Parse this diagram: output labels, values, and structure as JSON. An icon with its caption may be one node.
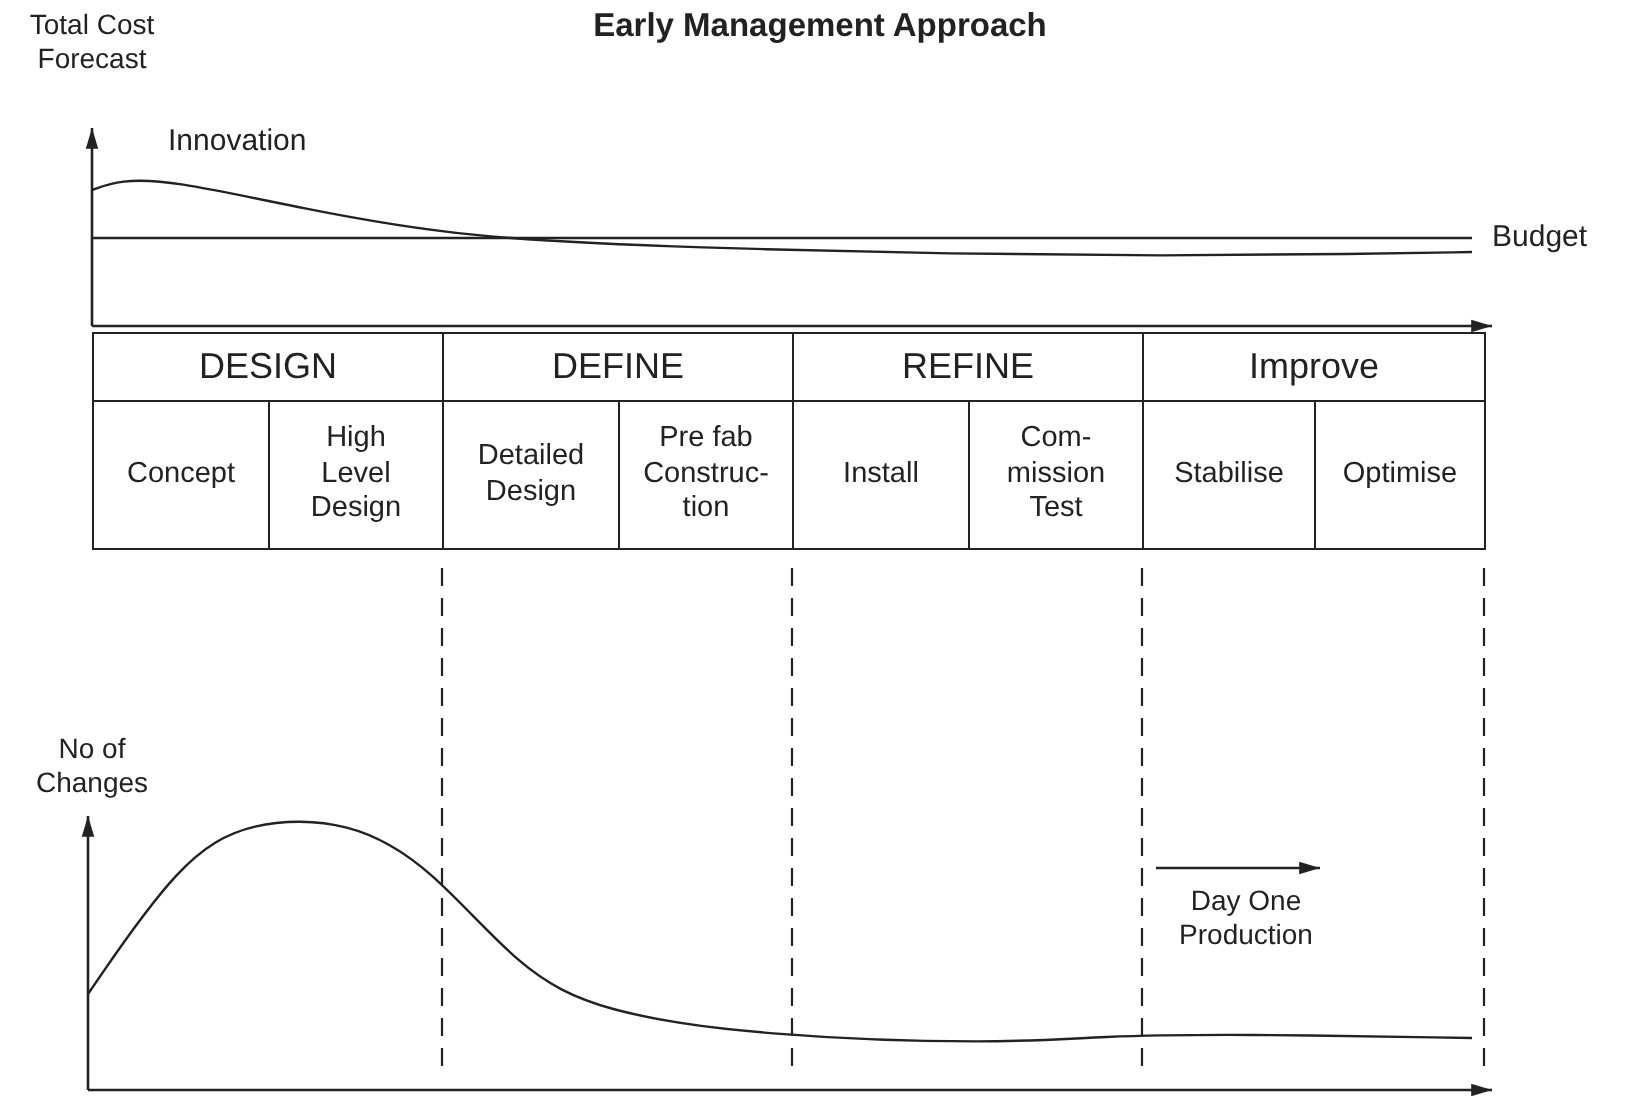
{
  "diagram": {
    "title": "Early Management Approach",
    "nodes": [
      {
        "text": [
          "DESIGN"
        ]
      },
      {
        "text": [
          "DEFINE"
        ]
      },
      {
        "text": [
          "REFINE"
        ]
      },
      {
        "text": [
          "Improve"
        ]
      },
      {
        "text": [
          "Concept"
        ]
      },
      {
        "text": [
          "High Level Design"
        ]
      },
      {
        "text": [
          "Detailed Design"
        ]
      },
      {
        "text": [
          "Pre fab Construc- tion"
        ]
      },
      {
        "text": [
          "Install"
        ]
      },
      {
        "text": [
          "Com- mission Test"
        ]
      },
      {
        "text": [
          "Stabilise"
        ]
      },
      {
        "text": [
          "Optimise"
        ]
      }
    ],
    "labels": [
      "Total Cost Forecast",
      "Innovation",
      "Budget",
      "No of Changes",
      "Day One Production"
    ]
  }
}
